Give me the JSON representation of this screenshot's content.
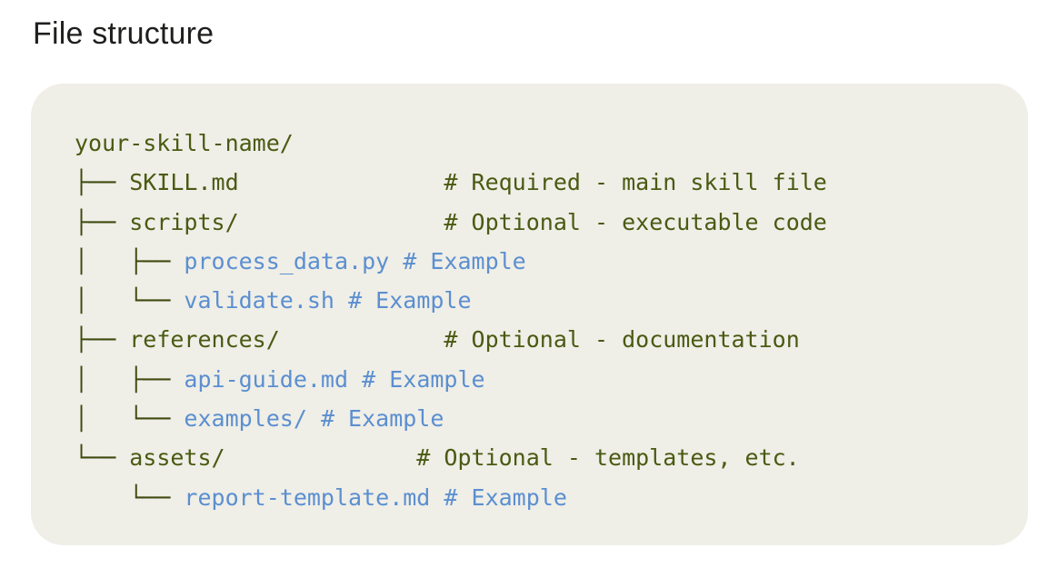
{
  "heading": "File structure",
  "tree": {
    "root": "your-skill-name/",
    "rows": [
      {
        "prefix": "├── ",
        "name": "SKILL.md",
        "pad": "               ",
        "comment": "# Required - main skill file"
      },
      {
        "prefix": "├── ",
        "name": "scripts/",
        "pad": "               ",
        "comment": "# Optional - executable code"
      },
      {
        "prefix": "│   ├── ",
        "name": "process_data.py",
        "pad": " ",
        "comment": "# Example",
        "example": true
      },
      {
        "prefix": "│   └── ",
        "name": "validate.sh",
        "pad": " ",
        "comment": "# Example",
        "example": true
      },
      {
        "prefix": "├── ",
        "name": "references/",
        "pad": "            ",
        "comment": "# Optional - documentation"
      },
      {
        "prefix": "│   ├── ",
        "name": "api-guide.md",
        "pad": " ",
        "comment": "# Example",
        "example": true
      },
      {
        "prefix": "│   └── ",
        "name": "examples/",
        "pad": " ",
        "comment": "# Example",
        "example": true
      },
      {
        "prefix": "└── ",
        "name": "assets/",
        "pad": "              ",
        "comment": "# Optional - templates, etc."
      },
      {
        "prefix": "    └── ",
        "name": "report-template.md",
        "pad": " ",
        "comment": "# Example",
        "example": true
      }
    ]
  },
  "colors": {
    "panel_bg": "#efeee7",
    "text_olive": "#4a5a12",
    "example_blue": "#5b8fd0"
  }
}
